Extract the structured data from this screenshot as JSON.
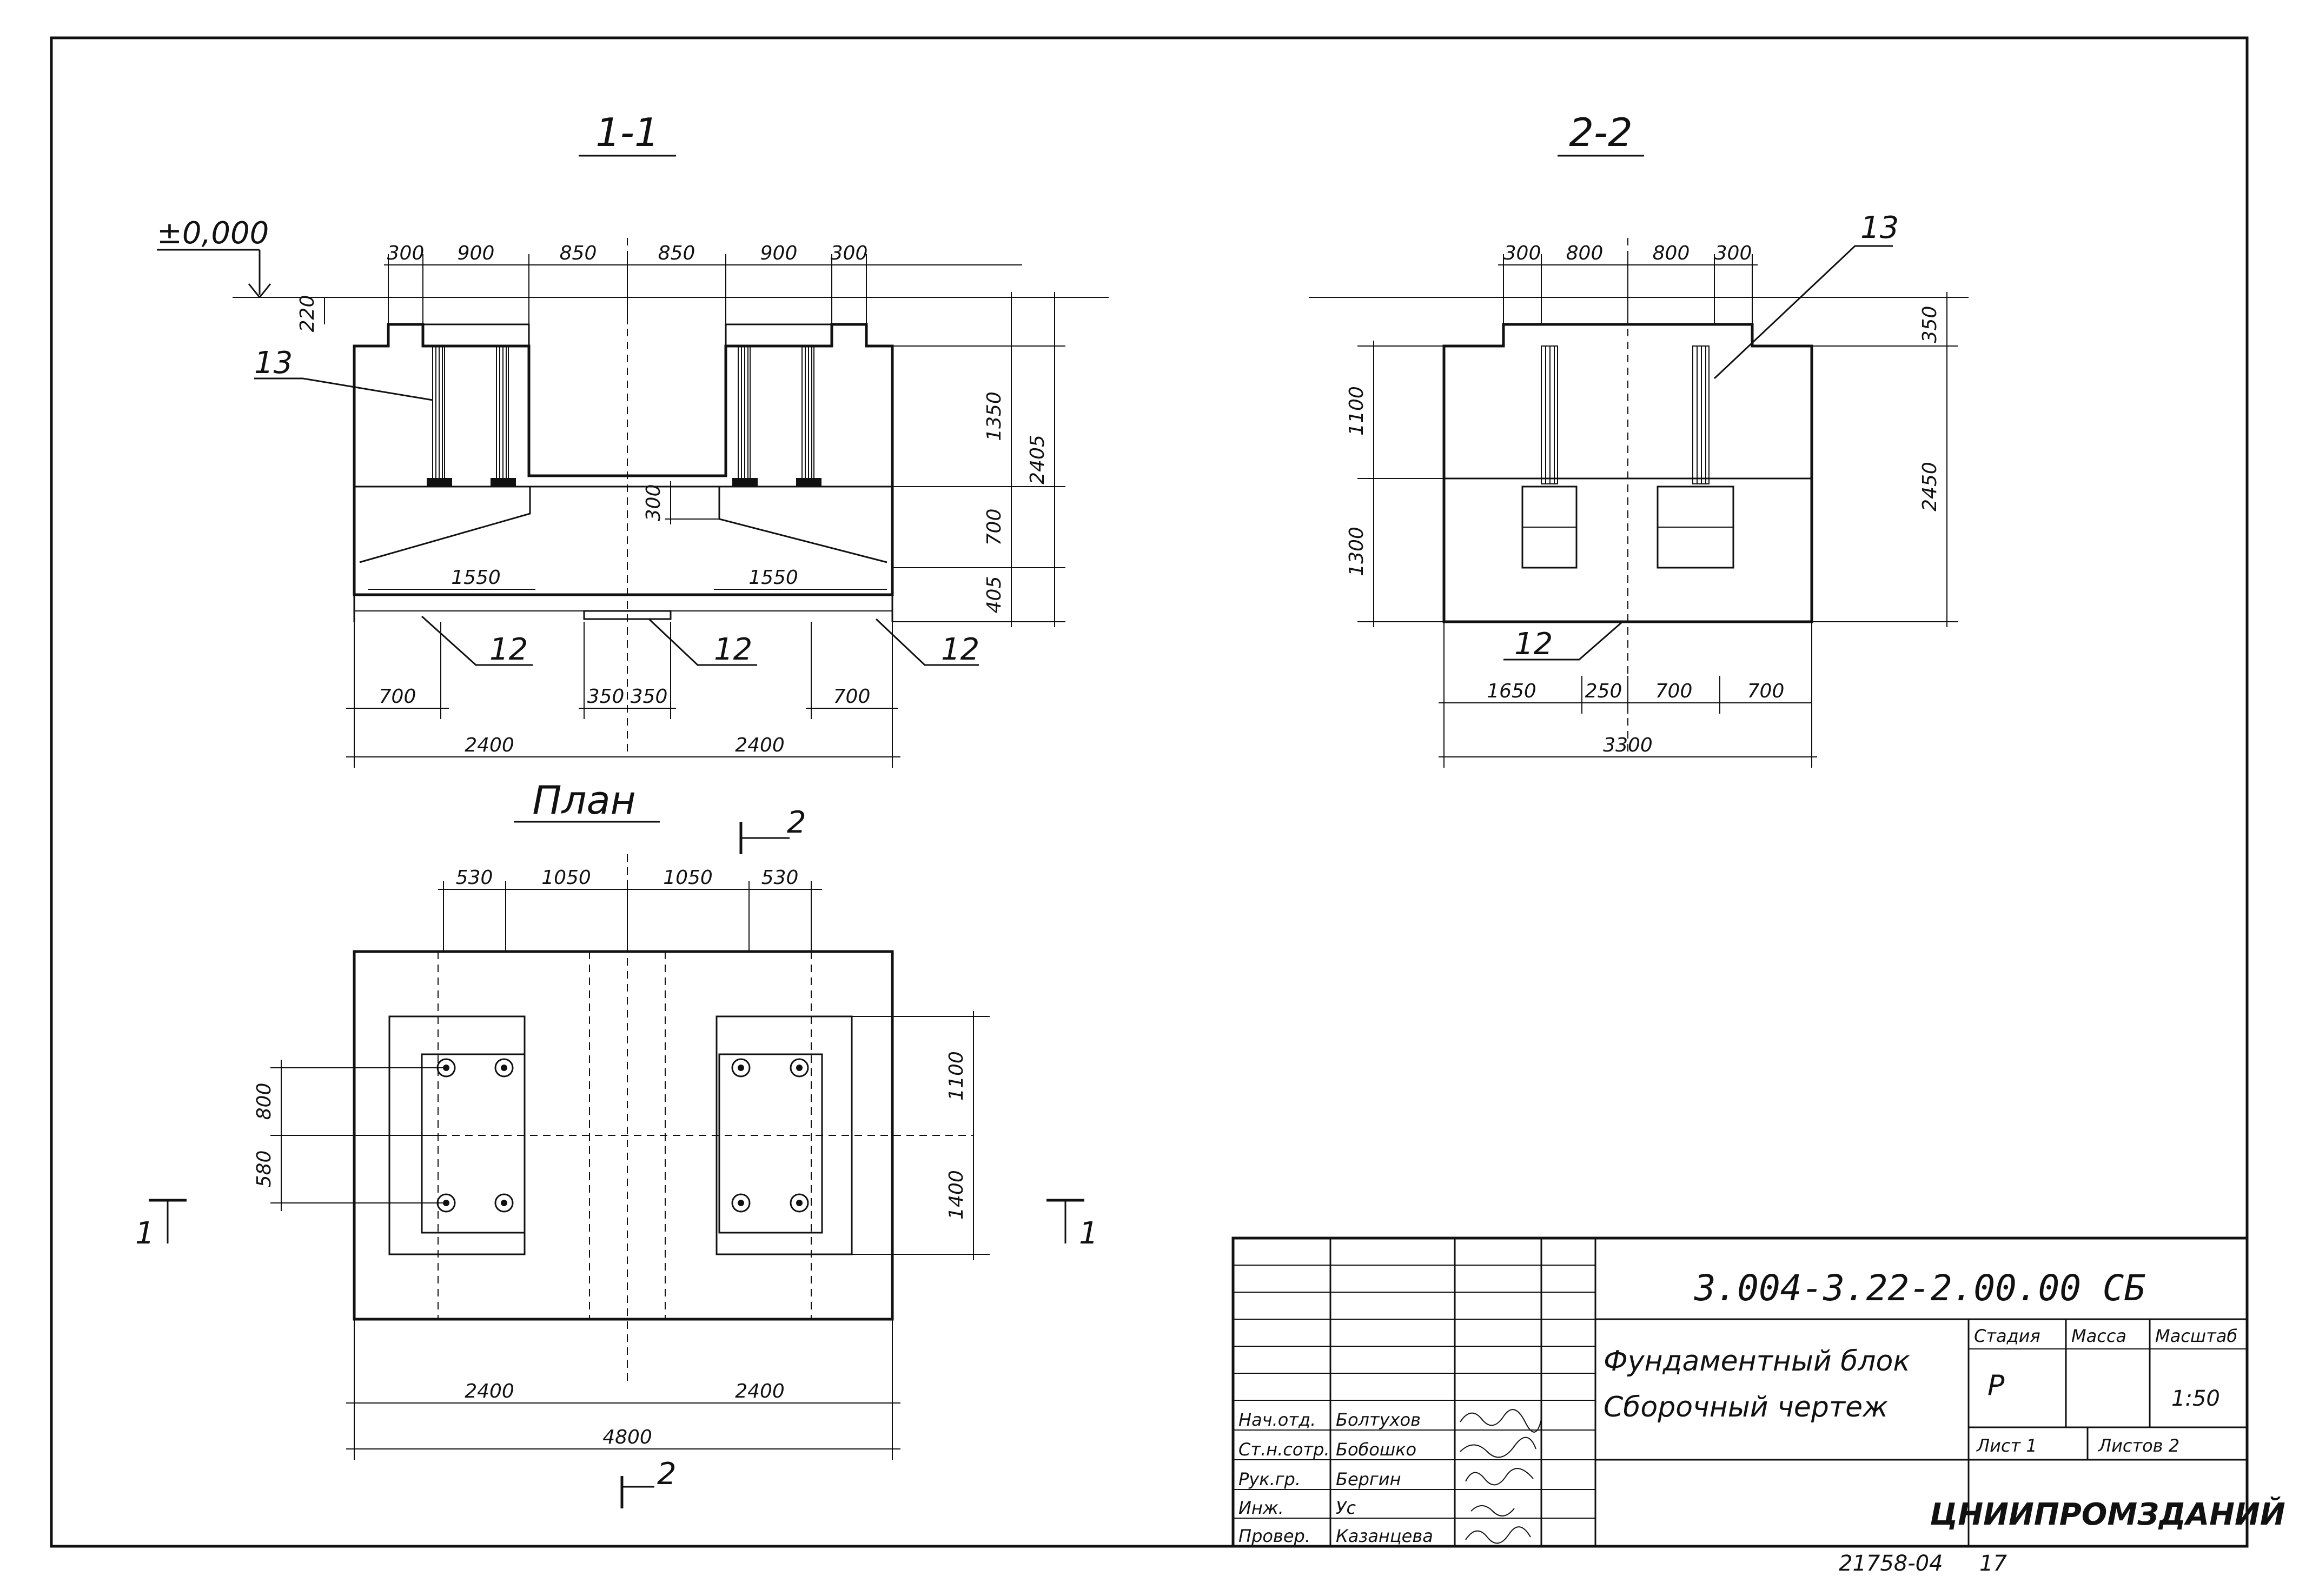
{
  "sections": {
    "s11": {
      "title": "1-1"
    },
    "s22": {
      "title": "2-2"
    },
    "plan": {
      "title": "План"
    }
  },
  "elevation": {
    "level_mark": "±0,000"
  },
  "s11_dims": {
    "top": [
      "300",
      "900",
      "850",
      "850",
      "900",
      "300"
    ],
    "d220": "220",
    "right_1350": "1350",
    "right_2405": "2405",
    "right_700": "700",
    "right_405": "405",
    "inner_300": "300",
    "bot_1550_a": "1550",
    "bot_1550_b": "1550",
    "bot_700_a": "700",
    "bot_350_a": "350",
    "bot_350_b": "350",
    "bot_700_b": "700",
    "bot_2400_a": "2400",
    "bot_2400_b": "2400"
  },
  "s22_dims": {
    "top": [
      "300",
      "800",
      "800",
      "300"
    ],
    "left_1100": "1100",
    "left_1300": "1300",
    "right_350": "350",
    "right_2450": "2450",
    "bot": [
      "1650",
      "250",
      "700",
      "700"
    ],
    "total": "3300"
  },
  "plan_dims": {
    "top": [
      "530",
      "1050",
      "1050",
      "530"
    ],
    "left_800": "800",
    "left_580": "580",
    "right_1100": "1100",
    "right_1400": "1400",
    "bot_2400_a": "2400",
    "bot_2400_b": "2400",
    "total": "4800"
  },
  "callouts": {
    "c13a": "13",
    "c13b": "13",
    "c12a": "12",
    "c12b": "12",
    "c12c": "12",
    "c12d": "12"
  },
  "cut_markers": {
    "m2_top": "2",
    "m2_bottom": "2",
    "m1_left": "1",
    "m1_right": "1"
  },
  "title_block": {
    "doc_code": "3.004-3.22-2.00.00 СБ",
    "name_line1": "Фундаментный блок",
    "name_line2": "Сборочный чертеж",
    "stage_header": "Стадия",
    "mass_header": "Масса",
    "scale_header": "Масштаб",
    "stage_value": "Р",
    "scale_value": "1:50",
    "sheet": "Лист 1",
    "sheets": "Листов 2",
    "organization": "ЦНИИПРОМЗДАНИЙ",
    "roles": [
      "Нач.отд.",
      "Ст.н.сотр.",
      "Рук.гр.",
      "Инж.",
      "Провер."
    ],
    "names": [
      "Болтухов",
      "Бобошко",
      "Бергин",
      "Ус",
      "Казанцева"
    ]
  },
  "footer": {
    "inventory": "21758-04",
    "page": "17"
  }
}
